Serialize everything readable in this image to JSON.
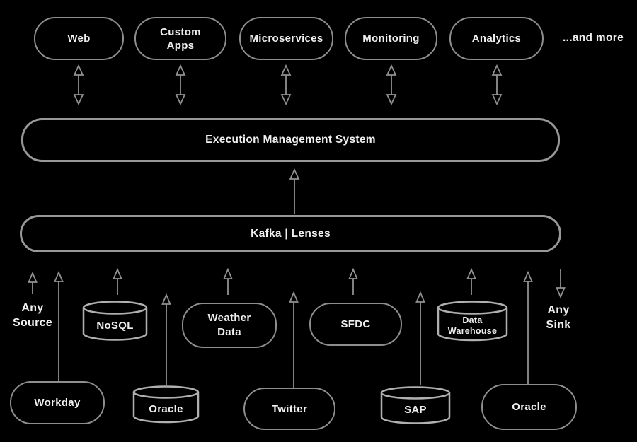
{
  "colors": {
    "background": "#000000",
    "box_border": "#8e8e8e",
    "bus_border": "#989898",
    "cylinder_border": "#b0b0b0",
    "arrow": "#909090",
    "text": "#efefef"
  },
  "top_row": {
    "items": [
      {
        "label": "Web"
      },
      {
        "label": "Custom Apps"
      },
      {
        "label": "Microservices"
      },
      {
        "label": "Monitoring"
      },
      {
        "label": "Analytics"
      }
    ],
    "more_label": "...and more"
  },
  "ems": {
    "label": "Execution Management System"
  },
  "kafka": {
    "label": "Kafka | Lenses"
  },
  "annotations": {
    "source": "Any Source",
    "sink": "Any Sink"
  },
  "middle_row": {
    "items": [
      {
        "label": "NoSQL",
        "shape": "cylinder"
      },
      {
        "label": "Weather Data",
        "shape": "rounded"
      },
      {
        "label": "SFDC",
        "shape": "rounded"
      },
      {
        "label": "Data Warehouse",
        "shape": "cylinder"
      }
    ]
  },
  "bottom_row": {
    "items": [
      {
        "label": "Workday",
        "shape": "rounded"
      },
      {
        "label": "Oracle",
        "shape": "cylinder"
      },
      {
        "label": "Twitter",
        "shape": "rounded"
      },
      {
        "label": "SAP",
        "shape": "cylinder"
      },
      {
        "label": "Oracle",
        "shape": "rounded"
      }
    ]
  }
}
